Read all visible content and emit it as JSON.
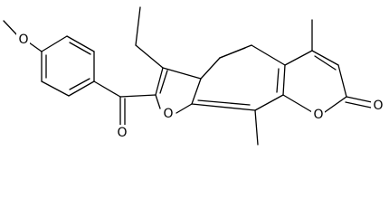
{
  "diagram": {
    "type": "chemical-structure",
    "colors": {
      "background": "#ffffff",
      "bonds": "#000000",
      "labels": "#000000"
    },
    "atom_labels": {
      "methoxy_oxygen": "O",
      "carbonyl_oxygen": "O",
      "furan_oxygen": "O",
      "pyranone_ring_oxygen": "O",
      "lactone_carbonyl_oxygen": "O"
    }
  }
}
